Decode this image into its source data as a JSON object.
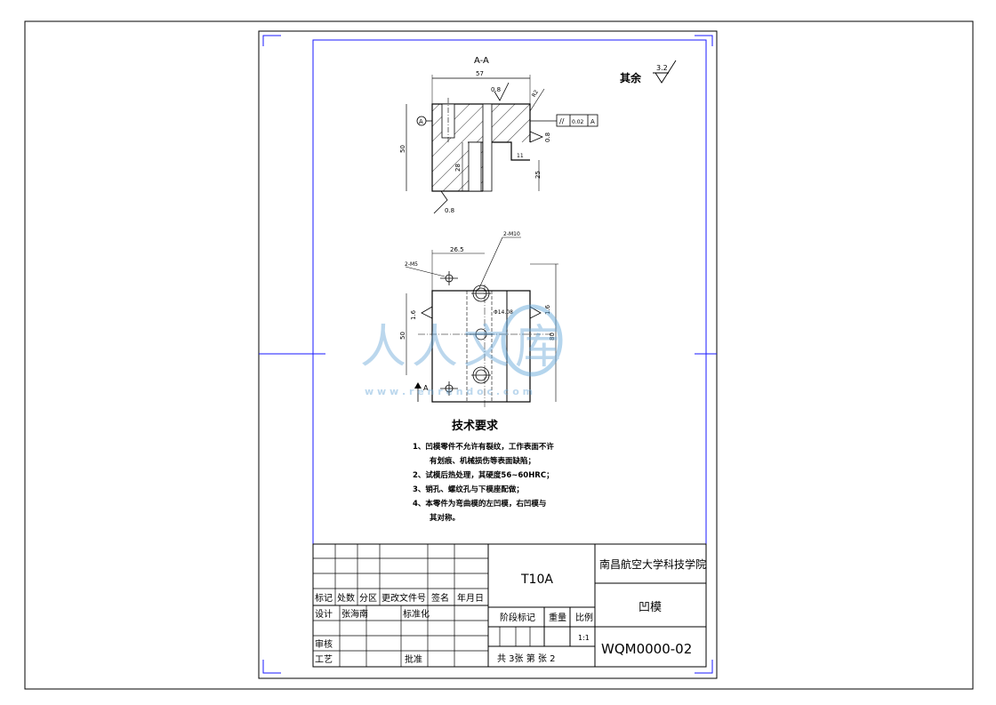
{
  "section_label": "A-A",
  "roughness_other": {
    "label": "其余",
    "value": "3.2"
  },
  "section_dims": {
    "width": "57",
    "height": "50",
    "d28": "28",
    "d11": "11",
    "d25": "25",
    "chamfer": "R2",
    "rough_top": "0.8",
    "rough_right": "0.8",
    "rough_bottom": "0.8"
  },
  "tolerance_frame": {
    "symbol": "//",
    "value": "0.02",
    "datum": "A"
  },
  "datum_label": "A",
  "plan_dims": {
    "d_width": "26.5",
    "hole_small": "2-M5",
    "hole_big": "2-M10",
    "height_left": "50",
    "height_right": "80",
    "pin": "Φ14.08",
    "rough_left": "1.6",
    "rough_right": "1.6",
    "view_arrow": "A"
  },
  "watermark": {
    "logo": "人人文库",
    "url": "w w w . r e n r e n d o c . c o m"
  },
  "tech_req": {
    "title": "技术要求",
    "lines": [
      "1、凹模零件不允许有裂纹，工作表面不许",
      "有划痕、机械损伤等表面缺陷；",
      "2、试模后热处理，其硬度56~60HRC；",
      "3、销孔、螺纹孔与下模座配做；",
      "4、本零件为弯曲模的左凹模，右凹模与",
      "其对称。"
    ]
  },
  "title_block": {
    "material": "T10A",
    "school": "南昌航空大学科技学院",
    "part_name": "凹模",
    "drawing_no": "WQM0000-02",
    "rev_headers": [
      "标记",
      "处数",
      "分区",
      "更改文件号",
      "签名",
      "年月日"
    ],
    "design_label": "设计",
    "designer": "张海南",
    "standard_label": "标准化",
    "review_label": "审核",
    "process_label": "工艺",
    "approve_label": "批准",
    "stage_label": "阶段标记",
    "weight_label": "重量",
    "scale_label": "比例",
    "scale": "1:1",
    "sheets": "共  3张 第  张 2"
  }
}
